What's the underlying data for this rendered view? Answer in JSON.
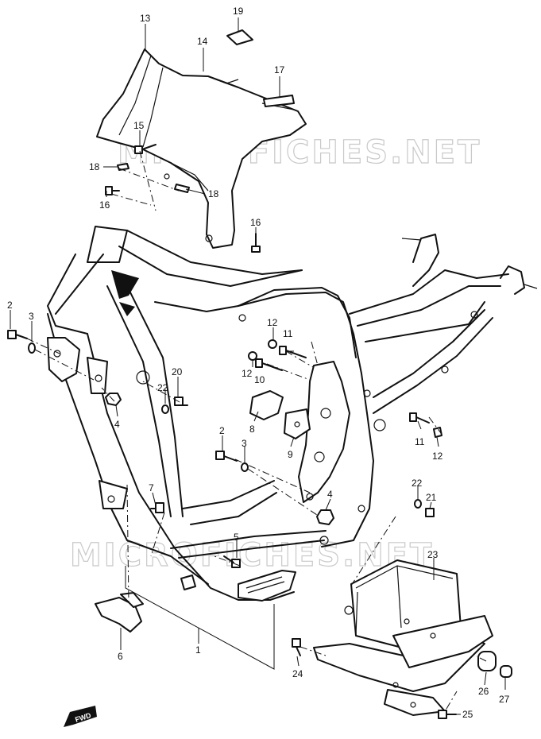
{
  "watermarks": [
    "MICROFICHES.NET",
    "MICROFICHES.NET"
  ],
  "direction_marker": "FWD",
  "callouts": [
    "1",
    "2",
    "2",
    "3",
    "3",
    "4",
    "4",
    "5",
    "6",
    "7",
    "8",
    "9",
    "10",
    "11",
    "11",
    "12",
    "12",
    "12",
    "13",
    "14",
    "15",
    "16",
    "16",
    "17",
    "18",
    "18",
    "19",
    "20",
    "21",
    "22",
    "22",
    "23",
    "24",
    "25",
    "26",
    "27"
  ]
}
